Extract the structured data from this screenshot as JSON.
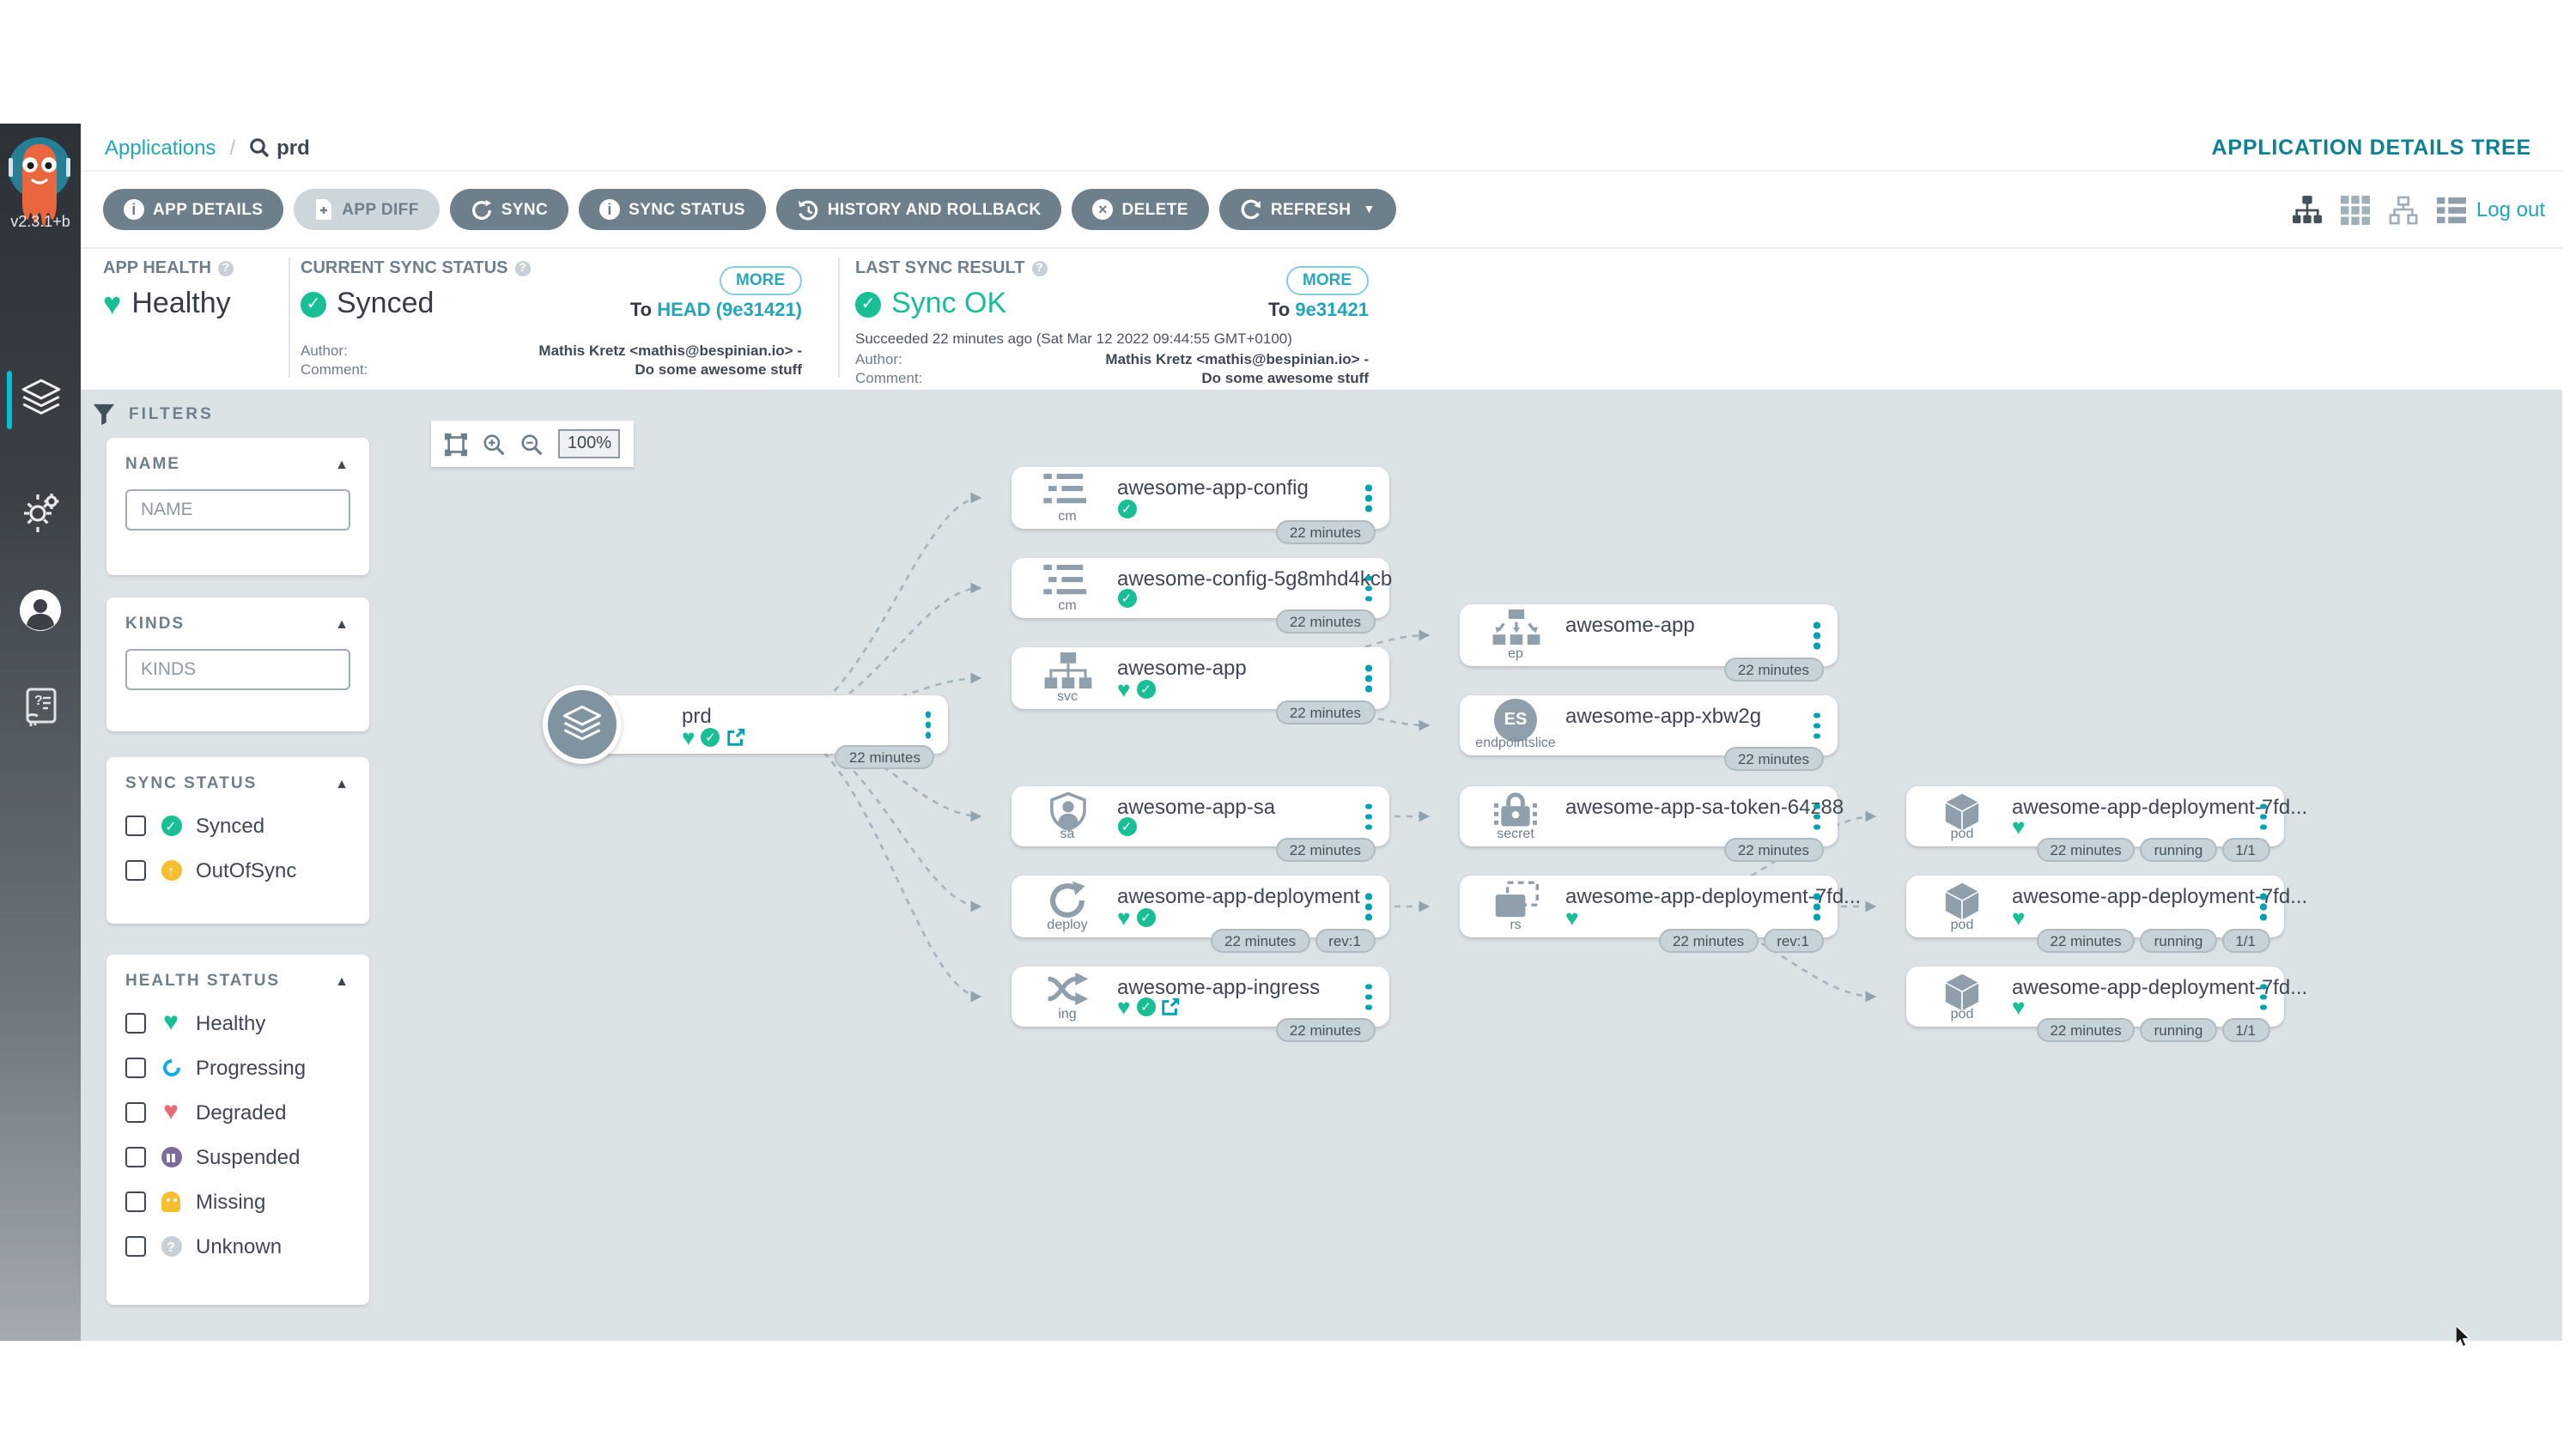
{
  "sidebar": {
    "version": "v2.3.1+b",
    "items": [
      {
        "name": "applications",
        "icon": "layers-icon",
        "active": true
      },
      {
        "name": "settings",
        "icon": "gear-icon",
        "active": false
      },
      {
        "name": "user-info",
        "icon": "user-icon",
        "active": false
      },
      {
        "name": "documentation",
        "icon": "help-book-icon",
        "active": false
      }
    ]
  },
  "breadcrumb": {
    "root": "Applications",
    "separator": "/",
    "current": "prd",
    "search_icon": "search-icon"
  },
  "header": {
    "title": "APPLICATION DETAILS TREE",
    "logout": "Log out",
    "view_icons": [
      "tree-view-icon",
      "pods-view-icon",
      "network-view-icon",
      "list-view-icon"
    ]
  },
  "toolbar": {
    "buttons": [
      {
        "label": "APP DETAILS",
        "icon": "info-icon"
      },
      {
        "label": "APP DIFF",
        "icon": "diff-icon",
        "disabled": true
      },
      {
        "label": "SYNC",
        "icon": "sync-icon"
      },
      {
        "label": "SYNC STATUS",
        "icon": "info-icon"
      },
      {
        "label": "HISTORY AND ROLLBACK",
        "icon": "history-icon"
      },
      {
        "label": "DELETE",
        "icon": "delete-icon"
      },
      {
        "label": "REFRESH",
        "icon": "refresh-icon",
        "caret": true
      }
    ]
  },
  "status": {
    "app_health": {
      "label": "APP HEALTH",
      "value": "Healthy",
      "icon": "heart-icon"
    },
    "current_sync": {
      "label": "CURRENT SYNC STATUS",
      "value": "Synced",
      "icon": "check-circle-icon",
      "more_label": "MORE",
      "to_label": "To",
      "target": "HEAD (9e31421)",
      "author_label": "Author:",
      "author": "Mathis Kretz <mathis@bespinian.io> -",
      "comment_label": "Comment:",
      "comment": "Do some awesome stuff"
    },
    "last_sync": {
      "label": "LAST SYNC RESULT",
      "value": "Sync OK",
      "icon": "check-circle-icon",
      "more_label": "MORE",
      "to_label": "To",
      "target": "9e31421",
      "succeeded": "Succeeded 22 minutes ago (Sat Mar 12 2022 09:44:55 GMT+0100)",
      "author_label": "Author:",
      "author": "Mathis Kretz <mathis@bespinian.io> -",
      "comment_label": "Comment:",
      "comment": "Do some awesome stuff"
    }
  },
  "filters": {
    "title": "FILTERS",
    "icon": "funnel-icon",
    "name": {
      "title": "NAME",
      "placeholder": "NAME"
    },
    "kinds": {
      "title": "KINDS",
      "placeholder": "KINDS"
    },
    "sync_status": {
      "title": "SYNC STATUS",
      "options": [
        {
          "label": "Synced",
          "icon": "synced-icon"
        },
        {
          "label": "OutOfSync",
          "icon": "outofsync-icon"
        }
      ]
    },
    "health_status": {
      "title": "HEALTH STATUS",
      "options": [
        {
          "label": "Healthy",
          "icon": "healthy-heart-icon"
        },
        {
          "label": "Progressing",
          "icon": "progressing-icon"
        },
        {
          "label": "Degraded",
          "icon": "degraded-heart-icon"
        },
        {
          "label": "Suspended",
          "icon": "suspended-icon"
        },
        {
          "label": "Missing",
          "icon": "missing-ghost-icon"
        },
        {
          "label": "Unknown",
          "icon": "unknown-icon"
        }
      ]
    }
  },
  "graph": {
    "zoom_level": "100%",
    "zoom_icons": [
      "fit-view-icon",
      "zoom-in-icon",
      "zoom-out-icon"
    ],
    "nodes": [
      {
        "id": "prd",
        "kind": "application",
        "kind_label": "",
        "name": "prd",
        "statuses": [
          "healthy",
          "synced",
          "external-link"
        ],
        "badges": [
          "22 minutes"
        ]
      },
      {
        "id": "cm1",
        "kind": "cm",
        "kind_label": "cm",
        "name": "awesome-app-config",
        "statuses": [
          "synced"
        ],
        "badges": [
          "22 minutes"
        ]
      },
      {
        "id": "cm2",
        "kind": "cm",
        "kind_label": "cm",
        "name": "awesome-config-5g8mhd4kcb",
        "statuses": [
          "synced"
        ],
        "badges": [
          "22 minutes"
        ]
      },
      {
        "id": "svc",
        "kind": "svc",
        "kind_label": "svc",
        "name": "awesome-app",
        "statuses": [
          "healthy",
          "synced"
        ],
        "badges": [
          "22 minutes"
        ]
      },
      {
        "id": "sa",
        "kind": "sa",
        "kind_label": "sa",
        "name": "awesome-app-sa",
        "statuses": [
          "synced"
        ],
        "badges": [
          "22 minutes"
        ]
      },
      {
        "id": "deploy",
        "kind": "deploy",
        "kind_label": "deploy",
        "name": "awesome-app-deployment",
        "statuses": [
          "healthy",
          "synced"
        ],
        "badges": [
          "22 minutes",
          "rev:1"
        ]
      },
      {
        "id": "ing",
        "kind": "ing",
        "kind_label": "ing",
        "name": "awesome-app-ingress",
        "statuses": [
          "healthy",
          "synced",
          "external-link"
        ],
        "badges": [
          "22 minutes"
        ]
      },
      {
        "id": "ep",
        "kind": "ep",
        "kind_label": "ep",
        "name": "awesome-app",
        "statuses": [],
        "badges": [
          "22 minutes"
        ]
      },
      {
        "id": "es",
        "kind": "endpointslice",
        "kind_label": "endpointslice",
        "name": "awesome-app-xbw2g",
        "statuses": [],
        "badges": [
          "22 minutes"
        ]
      },
      {
        "id": "secret",
        "kind": "secret",
        "kind_label": "secret",
        "name": "awesome-app-sa-token-64z88",
        "statuses": [],
        "badges": [
          "22 minutes"
        ]
      },
      {
        "id": "rs",
        "kind": "rs",
        "kind_label": "rs",
        "name": "awesome-app-deployment-7fd...",
        "statuses": [
          "healthy"
        ],
        "badges": [
          "22 minutes",
          "rev:1"
        ]
      },
      {
        "id": "pod1",
        "kind": "pod",
        "kind_label": "pod",
        "name": "awesome-app-deployment-7fd...",
        "statuses": [
          "healthy"
        ],
        "badges": [
          "22 minutes",
          "running",
          "1/1"
        ]
      },
      {
        "id": "pod2",
        "kind": "pod",
        "kind_label": "pod",
        "name": "awesome-app-deployment-7fd...",
        "statuses": [
          "healthy"
        ],
        "badges": [
          "22 minutes",
          "running",
          "1/1"
        ]
      },
      {
        "id": "pod3",
        "kind": "pod",
        "kind_label": "pod",
        "name": "awesome-app-deployment-7fd...",
        "statuses": [
          "healthy"
        ],
        "badges": [
          "22 minutes",
          "running",
          "1/1"
        ]
      }
    ],
    "edges": [
      [
        "prd",
        "cm1"
      ],
      [
        "prd",
        "cm2"
      ],
      [
        "prd",
        "svc"
      ],
      [
        "prd",
        "sa"
      ],
      [
        "prd",
        "deploy"
      ],
      [
        "prd",
        "ing"
      ],
      [
        "svc",
        "ep"
      ],
      [
        "svc",
        "es"
      ],
      [
        "sa",
        "secret"
      ],
      [
        "deploy",
        "rs"
      ],
      [
        "rs",
        "pod1"
      ],
      [
        "rs",
        "pod2"
      ],
      [
        "rs",
        "pod3"
      ]
    ]
  },
  "colors": {
    "accent_teal": "#00a2b3",
    "healthy_green": "#18be94",
    "warning_yellow": "#f4c030",
    "degraded_red": "#e96d76",
    "suspended_purple": "#7d6b9e",
    "progressing_blue": "#0dadea",
    "button_slate": "#6d7f8b",
    "graph_bg": "#dce3e7"
  }
}
